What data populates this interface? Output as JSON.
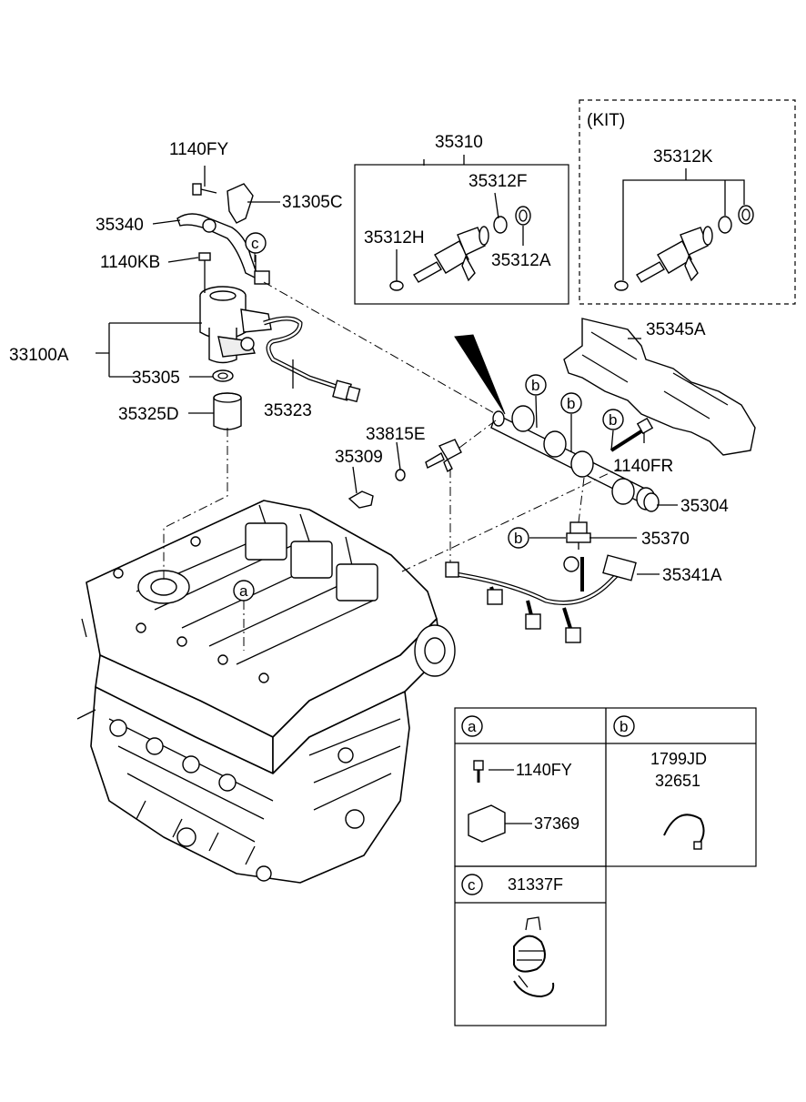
{
  "labels": {
    "p1140FY_top": "1140FY",
    "p31305C": "31305C",
    "p35340": "35340",
    "p1140KB": "1140KB",
    "p33100A": "33100A",
    "p35305": "35305",
    "p35325D": "35325D",
    "p35323": "35323",
    "p35310": "35310",
    "p35312F": "35312F",
    "p35312H": "35312H",
    "p35312A": "35312A",
    "kit": "(KIT)",
    "p35312K": "35312K",
    "p35345A": "35345A",
    "p33815E": "33815E",
    "p35309": "35309",
    "p1140FR": "1140FR",
    "p35304": "35304",
    "p35370": "35370",
    "p35341A": "35341A"
  },
  "callouts": {
    "a": "a",
    "b": "b",
    "c": "c"
  },
  "table": {
    "a_header": "a",
    "b_header": "b",
    "c_header": "c",
    "a_part1": "1140FY",
    "a_part2": "37369",
    "b_part1": "1799JD",
    "b_part2": "32651",
    "c_part": "31337F"
  }
}
